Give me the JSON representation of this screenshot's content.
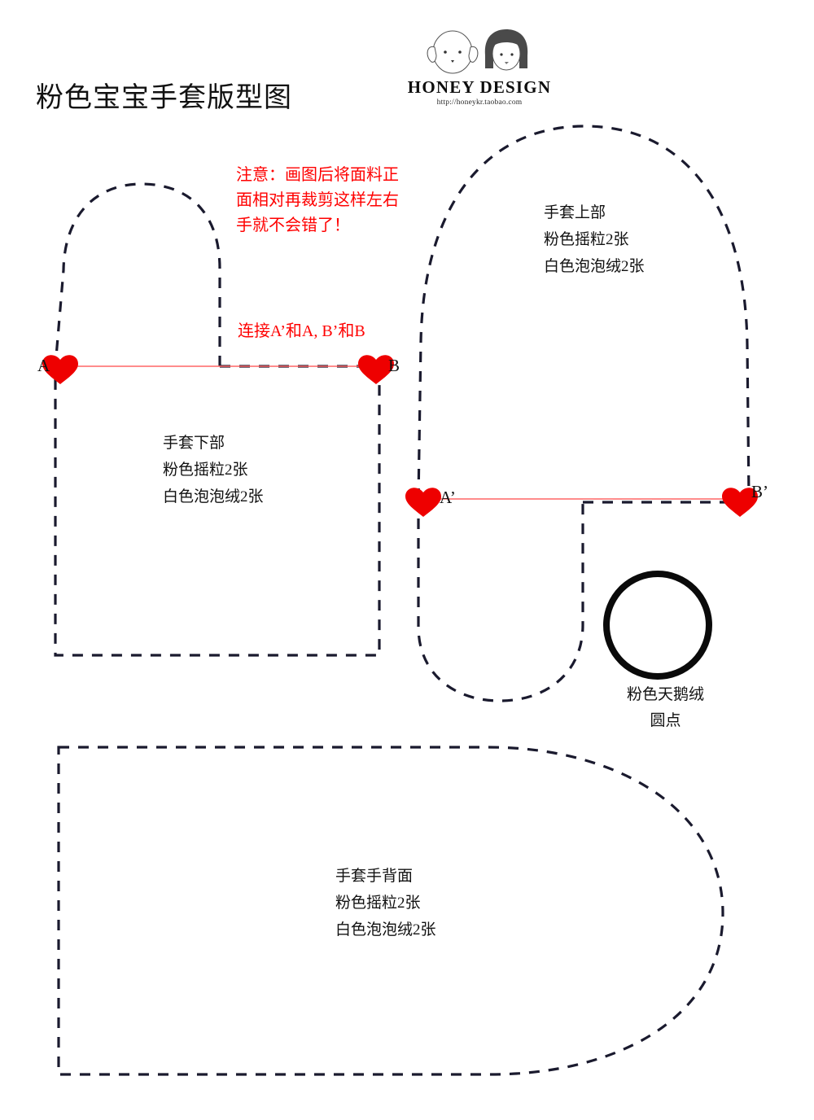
{
  "document": {
    "title": "粉色宝宝手套版型图",
    "background_color": "#ffffff"
  },
  "logo": {
    "icon_left": "dog-face-icon",
    "icon_right": "girl-face-icon",
    "brand_name": "HONEY DESIGN",
    "url": "http://honeykr.taobao.com"
  },
  "notes": {
    "warning": {
      "line1": "注意：画图后将面料正",
      "line2": "面相对再裁剪这样左右",
      "line3": "手就不会错了！",
      "color": "#ff0000"
    },
    "connect": {
      "text": "连接A’和A, B’和B",
      "color": "#ff0000"
    }
  },
  "pieces": {
    "lower": {
      "name": "手套下部",
      "fabric1": "粉色摇粒2张",
      "fabric2": "白色泡泡绒2张"
    },
    "upper": {
      "name": "手套上部",
      "fabric1": "粉色摇粒2张",
      "fabric2": "白色泡泡绒2张"
    },
    "back": {
      "name": "手套手背面",
      "fabric1": "粉色摇粒2张",
      "fabric2": "白色泡泡绒2张"
    },
    "dot": {
      "name": "粉色天鹅绒",
      "name2": "圆点"
    }
  },
  "markers": {
    "a": "A",
    "b": "B",
    "a_prime": "A’",
    "b_prime": "B’",
    "marker_color": "#ee0000",
    "guide_line_color": "#ff6666",
    "outline_color": "#1a1a2e"
  }
}
